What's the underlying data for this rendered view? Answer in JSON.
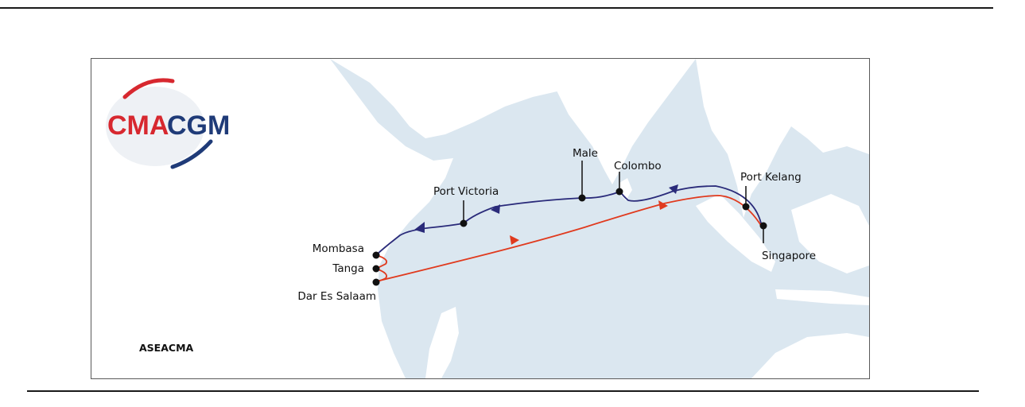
{
  "logo": {
    "text_left": "CMA",
    "text_right": "CGM",
    "brand_red": "#d7282f",
    "brand_blue": "#1f3b78"
  },
  "service": {
    "name": "ASEACMA"
  },
  "colors": {
    "sea": "#dbe7f0",
    "land": "#ffffff",
    "outbound_route": "#e03a1e",
    "return_route": "#2a2b7a"
  },
  "ports": [
    {
      "id": "mombasa",
      "label": "Mombasa"
    },
    {
      "id": "tanga",
      "label": "Tanga"
    },
    {
      "id": "dar-es-salaam",
      "label": "Dar Es Salaam"
    },
    {
      "id": "port-victoria",
      "label": "Port Victoria"
    },
    {
      "id": "male",
      "label": "Male"
    },
    {
      "id": "colombo",
      "label": "Colombo"
    },
    {
      "id": "port-kelang",
      "label": "Port Kelang"
    },
    {
      "id": "singapore",
      "label": "Singapore"
    }
  ]
}
